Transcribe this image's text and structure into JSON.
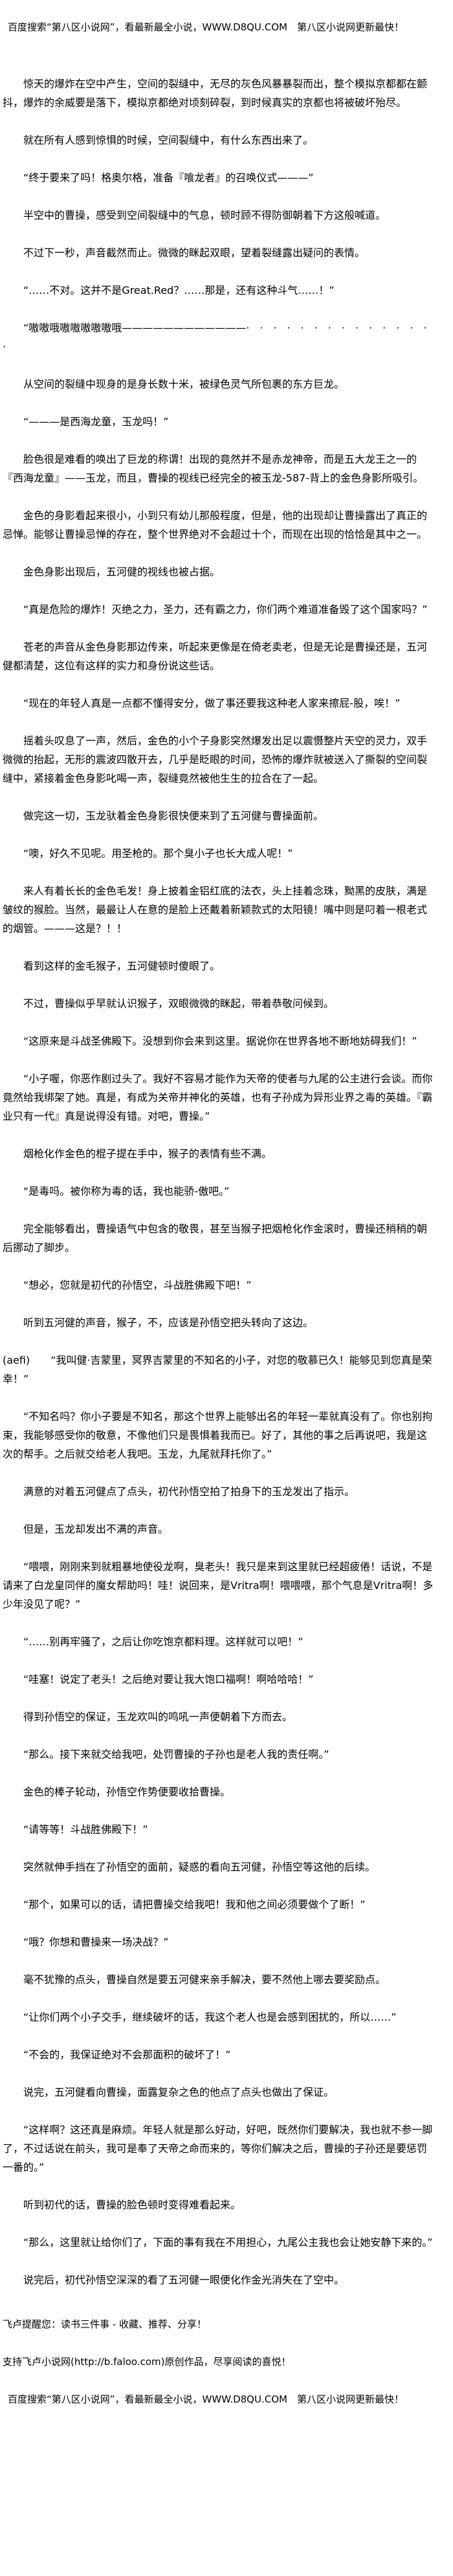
{
  "banner": "百度搜索“第八区小说网”，看最新最全小说，WWW.D8QU.COM　第八区小说网更新最快！",
  "paragraphs": [
    "惊天的爆炸在空中产生，空间的裂缝中，无尽的灰色风暴暴裂而出，整个模拟京都都在颤抖，爆炸的余威要是落下，模拟京都绝对顷刻碎裂，到时候真实的京都也将被破坏殆尽。",
    "就在所有人感到惊惧的时候，空间裂缝中，有什么东西出来了。",
    "“终于要来了吗！格奥尔格，准备『喰龙者』的召唤仪式———”",
    "半空中的曹操，感受到空间裂缝中的气息，顿时顾不得防御朝着下方这般喊道。",
    "不过下一秒，声音截然而止。微微的眯起双眼，望着裂缝露出疑问的表情。",
    "“……不对。这并不是Great.Red？……那是，还有这种斗气……！”",
    "“嗷嗷哦嗷嗷嗷嗷嗷哦————————————·　·　·　·　·　·　·　·　·　·　·　·　·　·　·",
    "从空间的裂缝中现身的是身长数十米，被绿色灵气所包裹的东方巨龙。",
    "“———是西海龙童，玉龙吗！”",
    "脸色很是难看的唤出了巨龙的称谓！出现的竟然并不是赤龙神帝，而是五大龙王之一的『西海龙童』——玉龙，而且，曹操的视线已经完全的被玉龙-587-背上的金色身影所吸引。",
    "金色的身影看起来很小，小到只有幼儿那般程度，但是，他的出现却让曹操露出了真正的忌惮。能够让曹操忌惮的存在，整个世界绝对不会超过十个，而现在出现的恰恰是其中之一。",
    "金色身影出现后，五河健的视线也被占据。",
    "“真是危险的爆炸！灭绝之力，圣力，还有霸之力，你们两个难道准备毁了这个国家吗？”",
    "苍老的声音从金色身影那边传来，听起来更像是在倚老卖老，但是无论是曹操还是，五河健都清楚，这位有这样的实力和身份说这些话。",
    "“现在的年轻人真是一点都不懂得安分，做了事还要我这种老人家来擦屁-股，唉！”",
    "摇着头叹息了一声，然后，金色的小个子身影突然爆发出足以震慑整片天空的灵力，双手微微的抬起，无形的震波四散开去，几乎是眨眼的时间，恐怖的爆炸就被送入了撕裂的空间裂缝中，紧接着金色身影叱喝一声，裂缝竟然被他生生的拉合在了一起。",
    "做完这一切，玉龙驮着金色身影很快便来到了五河健与曹操面前。",
    "“噢，好久不见呢。用圣枪的。那个臭小子也长大成人呢！”",
    "来人有着长长的金色毛发！身上披着金铝红底的法衣，头上挂着念珠，黝黑的皮肤，满是皱纹的猴脸。当然，最最让人在意的是脸上还戴着新颖款式的太阳镜！嘴中则是叼着一根老式的烟管。———这是？！！",
    "看到这样的金毛猴子，五河健顿时傻眼了。",
    "不过，曹操似乎早就认识猴子，双眼微微的眯起，带着恭敬问候到。",
    "“这原来是斗战圣佛殿下。没想到你会来到这里。据说你在世界各地不断地妨碍我们！”",
    "“小子喔，你恶作剧过头了。我好不容易才能作为天帝的使者与九尾的公主进行会谈。而你竟然给我绑架了她。真是，有成为关帝并神化的英雄，也有子孙成为异形业界之毒的英雄。『霸业只有一代』真是说得没有错。对吧，曹操。”",
    "烟枪化作金色的棍子提在手中，猴子的表情有些不满。",
    "“是毒吗。被你称为毒的话，我也能骄-傲吧。”",
    "完全能够看出，曹操语气中包含的敬畏，甚至当猴子把烟枪化作金滚时，曹操还稍稍的朝后挪动了脚步。",
    "“想必，您就是初代的孙悟空，斗战胜佛殿下吧！”",
    "听到五河健的声音，猴子，不，应该是孙悟空把头转向了这边。",
    "(aefi)　　“我叫健·吉蒙里，冥界吉蒙里的不知名的小子，对您的敬慕已久！能够见到您真是荣幸！”",
    "“不知名吗？你小子要是不知名，那这个世界上能够出名的年轻一辈就真没有了。你也别拘束，我能够感受你的敬意，不像他们只是畏惧着我而已。好了，其他的事之后再说吧，我是这次的帮手。之后就交给老人我吧。玉龙，九尾就拜托你了。”",
    "满意的对着五河健点了点头，初代孙悟空拍了拍身下的玉龙发出了指示。",
    "但是，玉龙却发出不满的声音。",
    "“喂喂，刚刚来到就粗暴地使役龙啊，臭老头！我只是来到这里就已经超疲倦！话说，不是请来了白龙皇同伴的魔女帮助吗！哇！说回来，是Vritra啊！喂喂喂，那个气息是Vritra啊！多少年没见了呢？”",
    "“……别再牢骚了，之后让你吃饱京都料理。这样就可以吧！”",
    "“哇塞！说定了老头！之后绝对要让我大饱口福啊！啊哈哈哈！”",
    "得到孙悟空的保证，玉龙欢叫的鸣吼一声便朝着下方而去。",
    "“那么。接下来就交给我吧，处罚曹操的子孙也是老人我的责任啊。”",
    "金色的棒子轮动，孙悟空作势便要收拾曹操。",
    "“请等等！斗战胜佛殿下！”",
    "突然就伸手挡在了孙悟空的面前，疑惑的看向五河健，孙悟空等这他的后续。",
    "“那个，如果可以的话，请把曹操交给我吧！我和他之间必须要做个了断！”",
    "“哦？你想和曹操来一场决战？”",
    "毫不犹豫的点头，曹操自然是要五河健来亲手解决，要不然他上哪去要奖励点。",
    "“让你们两个小子交手，继续破坏的话，我这个老人也是会感到困扰的，所以……”",
    "“不会的，我保证绝对不会那面积的破坏了！”",
    "说完，五河健看向曹操，面露复杂之色的他点了点头也做出了保证。",
    "“这样啊？这还真是麻烦。年轻人就是那么好动，好吧，既然你们要解决，我也就不参一脚了，不过话说在前头，我可是奉了天帝之命而来的，等你们解决之后，曹操的子孙还是要惩罚一番的。”",
    "听到初代的话，曹操的脸色顿时变得难看起来。",
    "“那么，这里就让给你们了，下面的事有我在不用担心，九尾公主我也会让她安静下来的。”",
    "说完后，初代孙悟空深深的看了五河健一眼便化作金光消失在了空中。"
  ],
  "footer": {
    "reminder": "飞卢提醒您：读书三件事 - 收藏、推荐、分享！",
    "support": "支持飞卢小说网(http://b.faloo.com)原创作品，尽享阅读的喜悦！",
    "banner": "百度搜索“第八区小说网”，看最新最全小说，WWW.D8QU.COM　第八区小说网更新最快！"
  }
}
